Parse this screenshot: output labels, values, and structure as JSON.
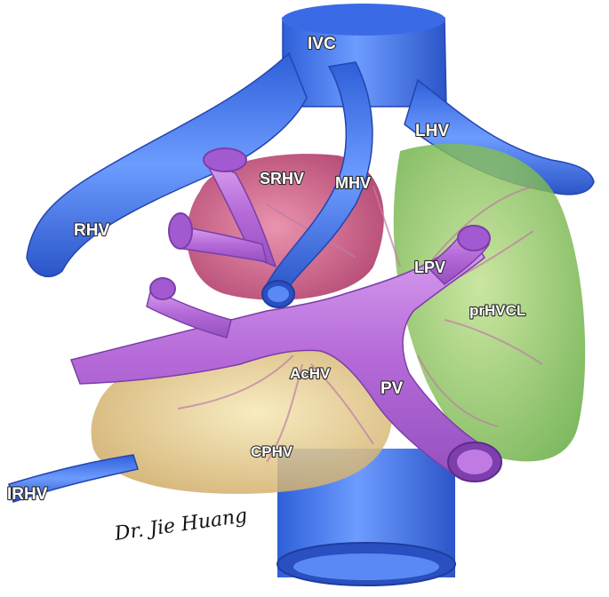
{
  "labels": {
    "ivc": "IVC",
    "lhv": "LHV",
    "srhv": "SRHV",
    "mhv": "MHV",
    "rhv": "RHV",
    "lpv": "LPV",
    "prhvcl": "prHVCL",
    "achv": "AcHV",
    "pv": "PV",
    "cphv": "CPHV",
    "irhv": "IRHV"
  },
  "signature": "Dr. Jie Huang",
  "colors": {
    "vein_blue": "#3f78ef",
    "portal_purple": "#b56ad8",
    "left_lobe_green": "#7fbf4a",
    "caudate_yellow": "#d9b36a",
    "superior_region_pink": "#c0507a"
  }
}
